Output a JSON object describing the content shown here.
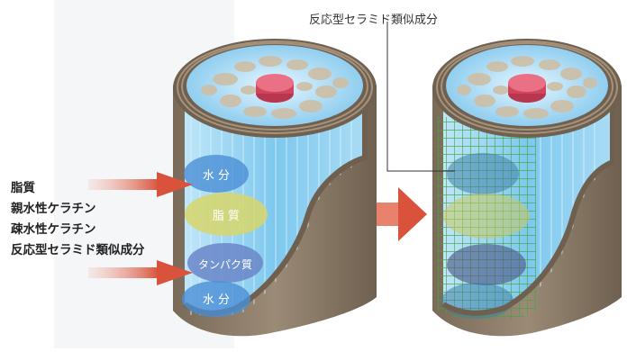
{
  "callout": {
    "text": "反応型セラミド類似成分"
  },
  "left_labels": [
    "脂質",
    "親水性ケラチン",
    "疎水性ケラチン",
    "反応型セラミド類似成分"
  ],
  "capsules": [
    {
      "text": "水 分",
      "color": "#4b8fd6"
    },
    {
      "text": "脂 質",
      "color": "#d7d66a"
    },
    {
      "text": "タンパク質",
      "color": "#6a86c8"
    },
    {
      "text": "水 分",
      "color": "#4b8fd6"
    }
  ],
  "colors": {
    "cylinder_brown": "#8a7a68",
    "cortex_blue": "#8fd0f0",
    "medulla_pink": "#e0566e",
    "arrow_red": "#d9533c",
    "mesh_green": "#3fa83c"
  }
}
